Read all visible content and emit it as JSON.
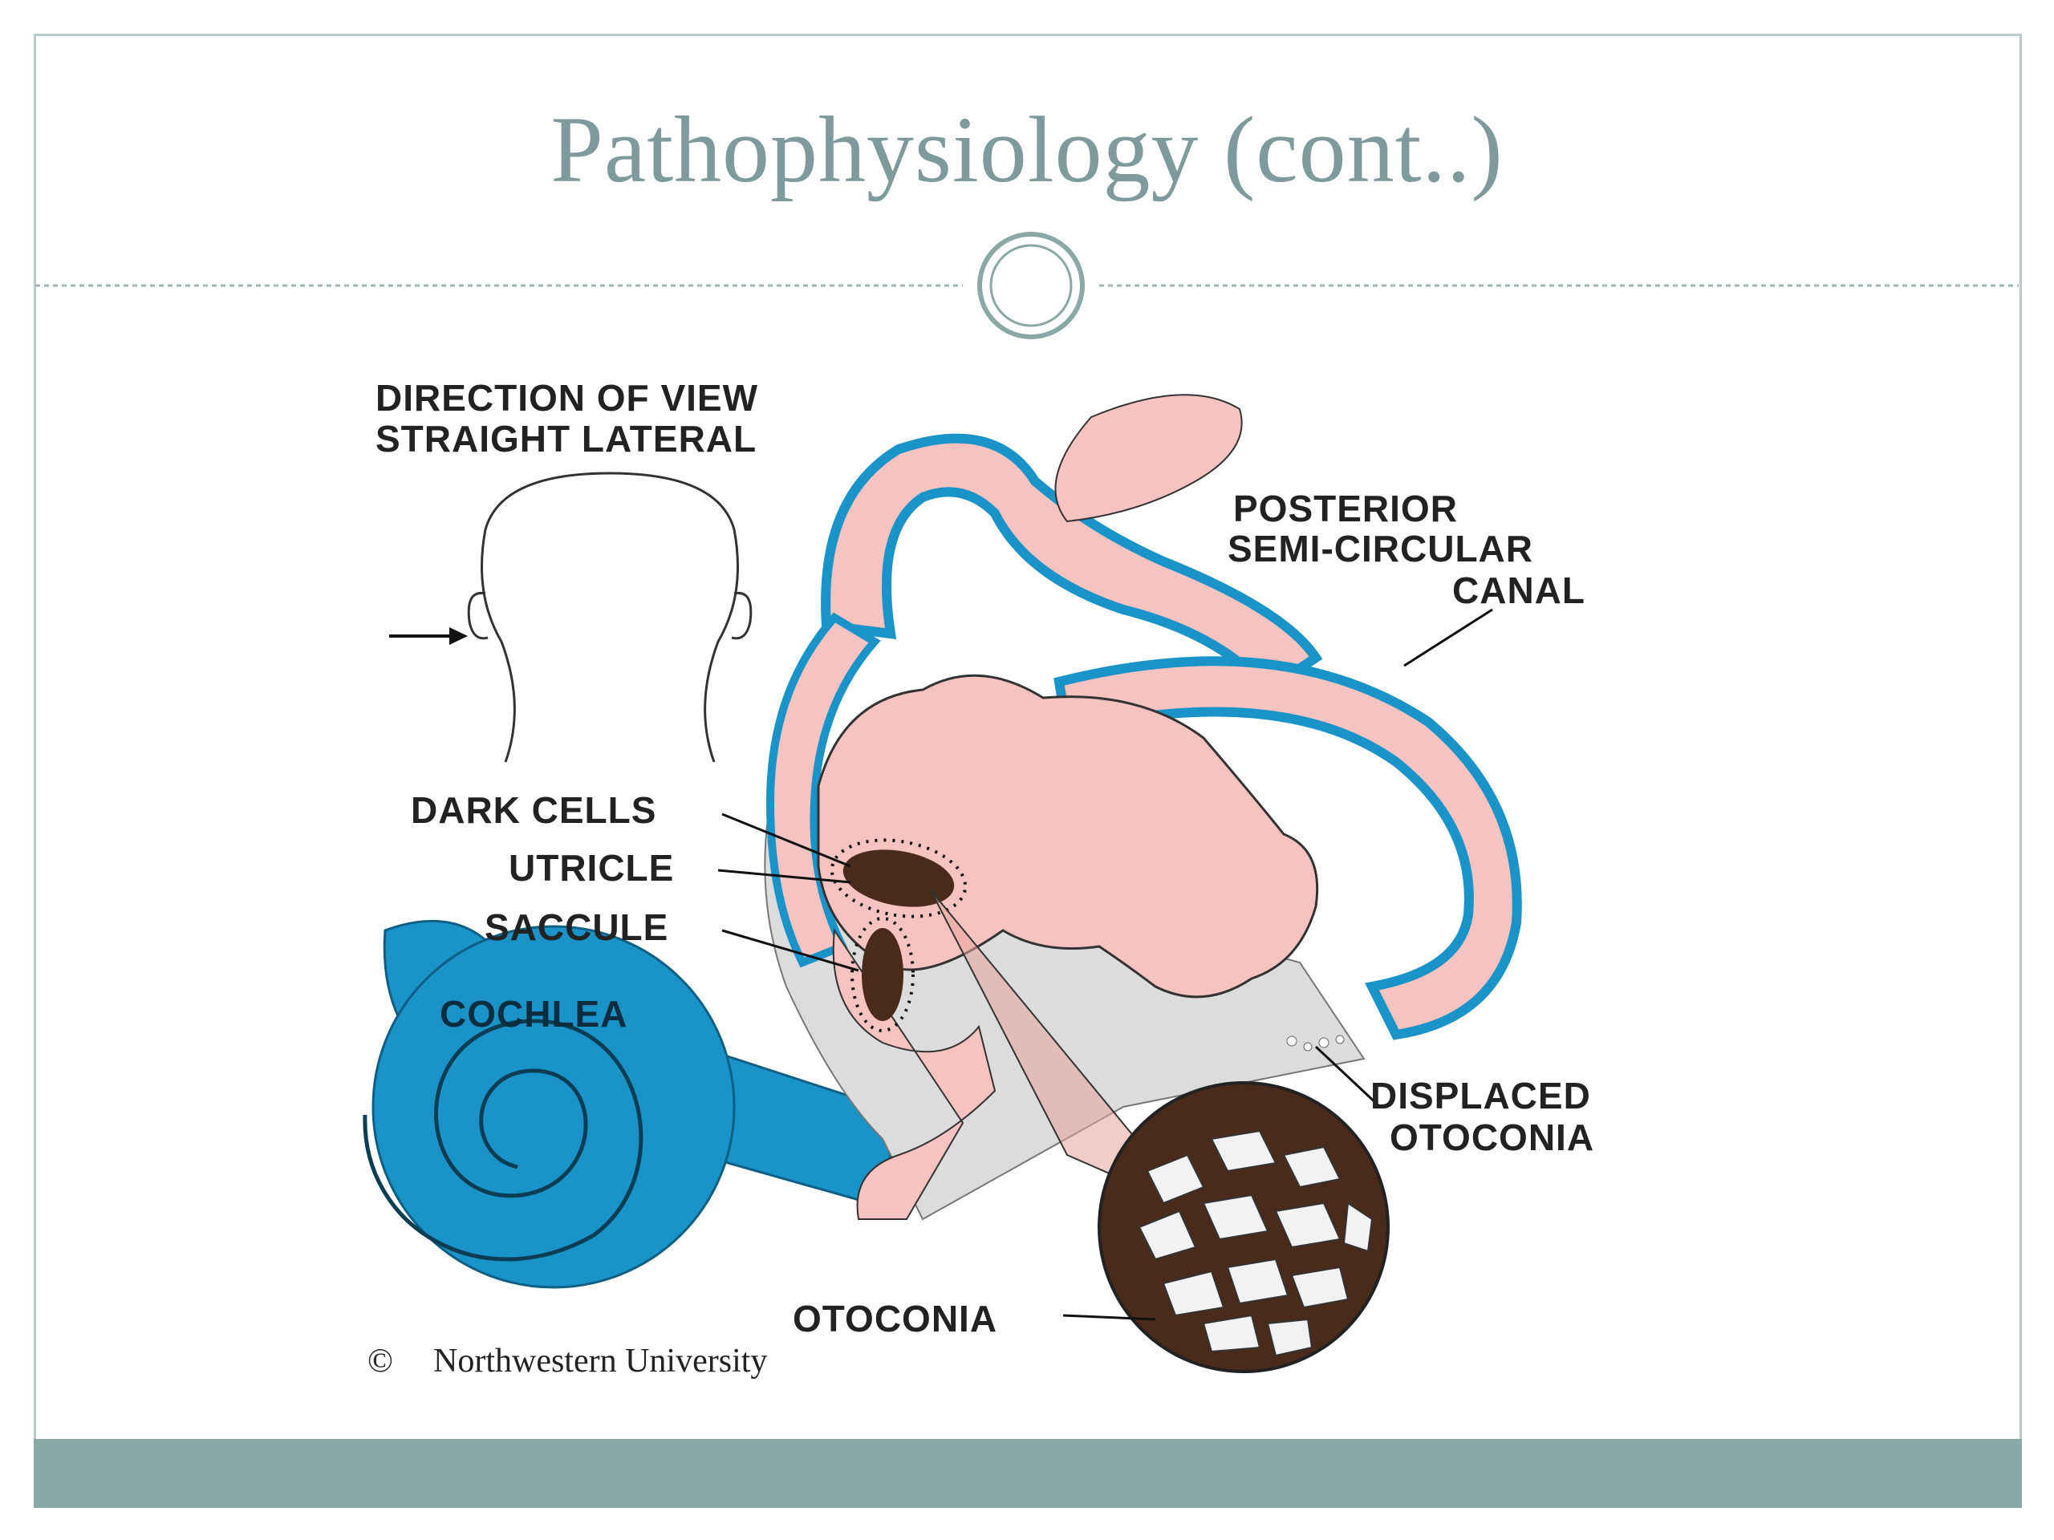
{
  "slide": {
    "title": "Pathophysiology (cont..)"
  },
  "figure": {
    "view_label_line1": "DIRECTION OF VIEW",
    "view_label_line2": "STRAIGHT LATERAL",
    "posterior_line1": "POSTERIOR",
    "posterior_line2": "SEMI-CIRCULAR",
    "posterior_line3": "CANAL",
    "dark_cells": "DARK CELLS",
    "utricle": "UTRICLE",
    "saccule": "SACCULE",
    "cochlea": "COCHLEA",
    "displaced_line1": "DISPLACED",
    "displaced_line2": "OTOCONIA",
    "otoconia": "OTOCONIA",
    "copyright_symbol": "©",
    "copyright_owner": "Northwestern University"
  },
  "colors": {
    "title": "#7f9a9c",
    "frame": "#b9cccb",
    "footer": "#8aa8a6",
    "canal_blue": "#1a93c8",
    "tissue_pink": "#f7c3c0",
    "dark_brown": "#4a2a1a"
  }
}
